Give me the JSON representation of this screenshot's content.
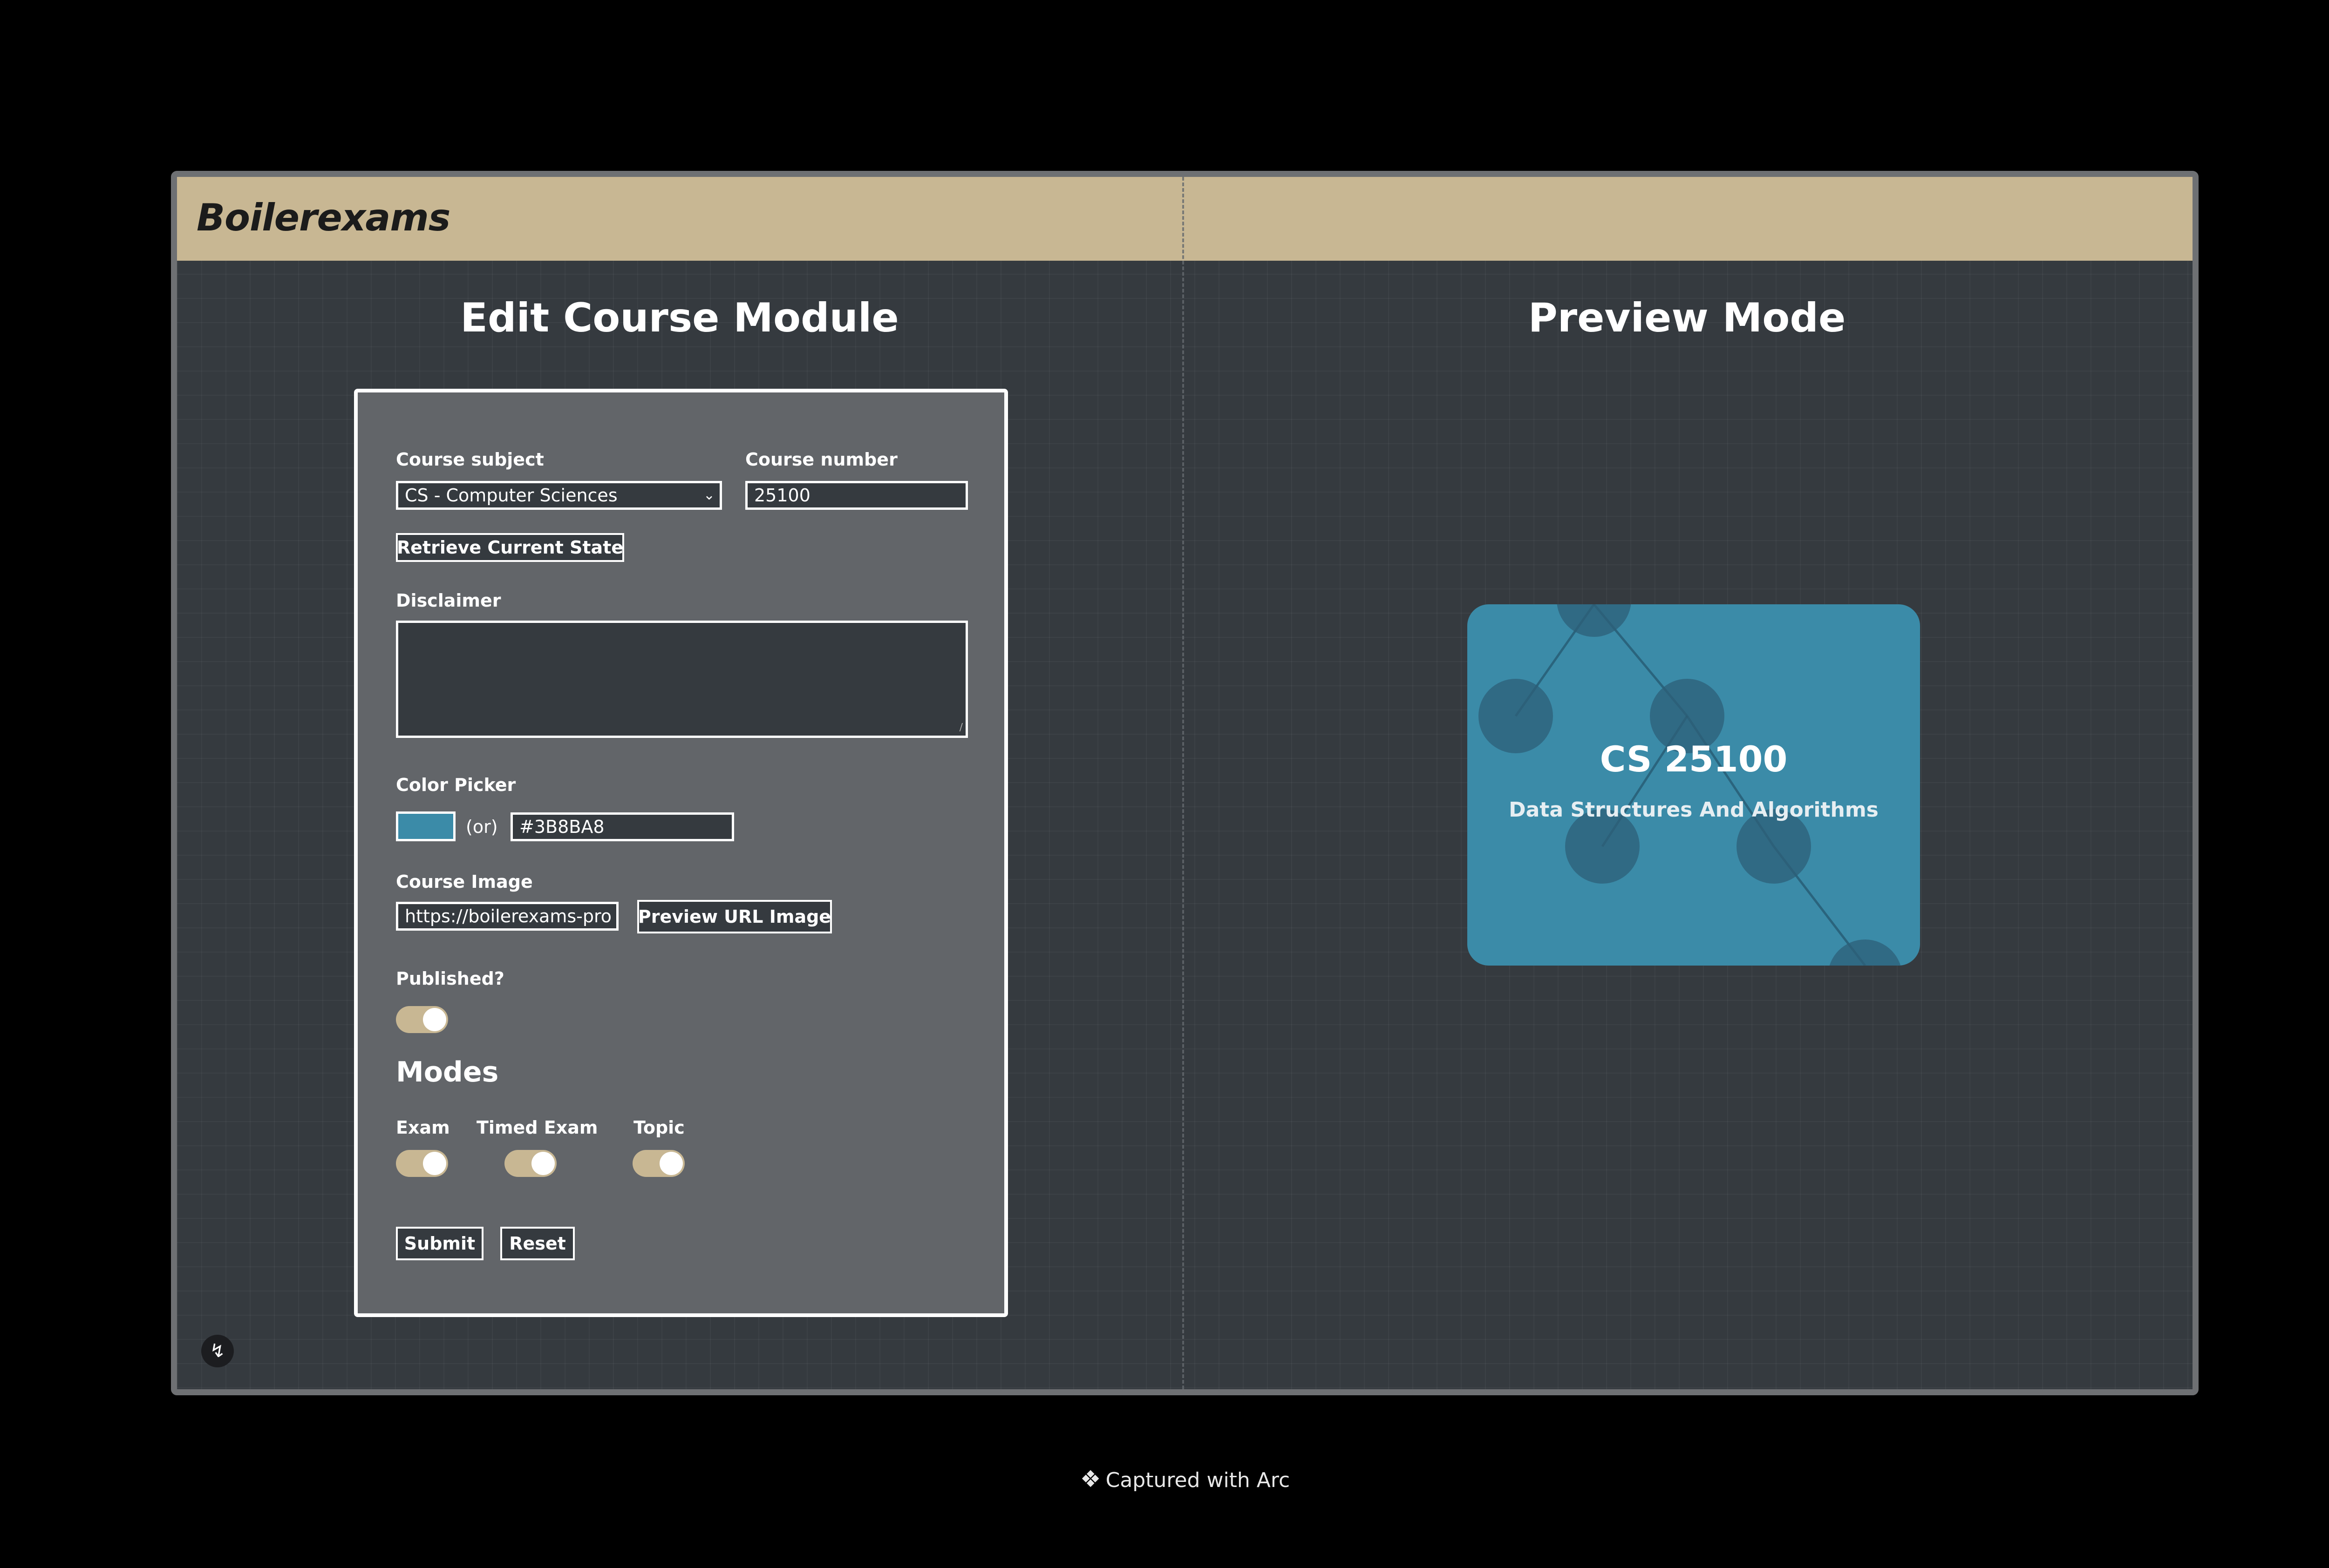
{
  "brand": {
    "logo": "Boilerexams"
  },
  "editor": {
    "title": "Edit Course Module",
    "course_subject": {
      "label": "Course subject",
      "value": "CS - Computer Sciences"
    },
    "course_number": {
      "label": "Course number",
      "value": "25100"
    },
    "retrieve_label": "Retrieve Current State",
    "disclaimer": {
      "label": "Disclaimer",
      "value": ""
    },
    "color_picker": {
      "label": "Color Picker",
      "or_text": "(or)",
      "hex_value": "#3B8BA8",
      "color": "#3b8ba8"
    },
    "course_image": {
      "label": "Course Image",
      "value": "https://boilerexams-pro",
      "preview_label": "Preview URL Image"
    },
    "published": {
      "label": "Published?",
      "on": true
    },
    "modes": {
      "title": "Modes",
      "items": [
        {
          "label": "Exam",
          "on": true
        },
        {
          "label": "Timed Exam",
          "on": true
        },
        {
          "label": "Topic",
          "on": true
        }
      ]
    },
    "submit_label": "Submit",
    "reset_label": "Reset"
  },
  "preview": {
    "title": "Preview Mode",
    "card": {
      "course": "CS 25100",
      "name": "Data Structures And Algorithms",
      "bg": "#3b8ba8"
    }
  },
  "icons": {
    "dev_tools": "bolt-icon",
    "arc": "arc-icon"
  },
  "footer": {
    "captured": "Captured with Arc"
  }
}
